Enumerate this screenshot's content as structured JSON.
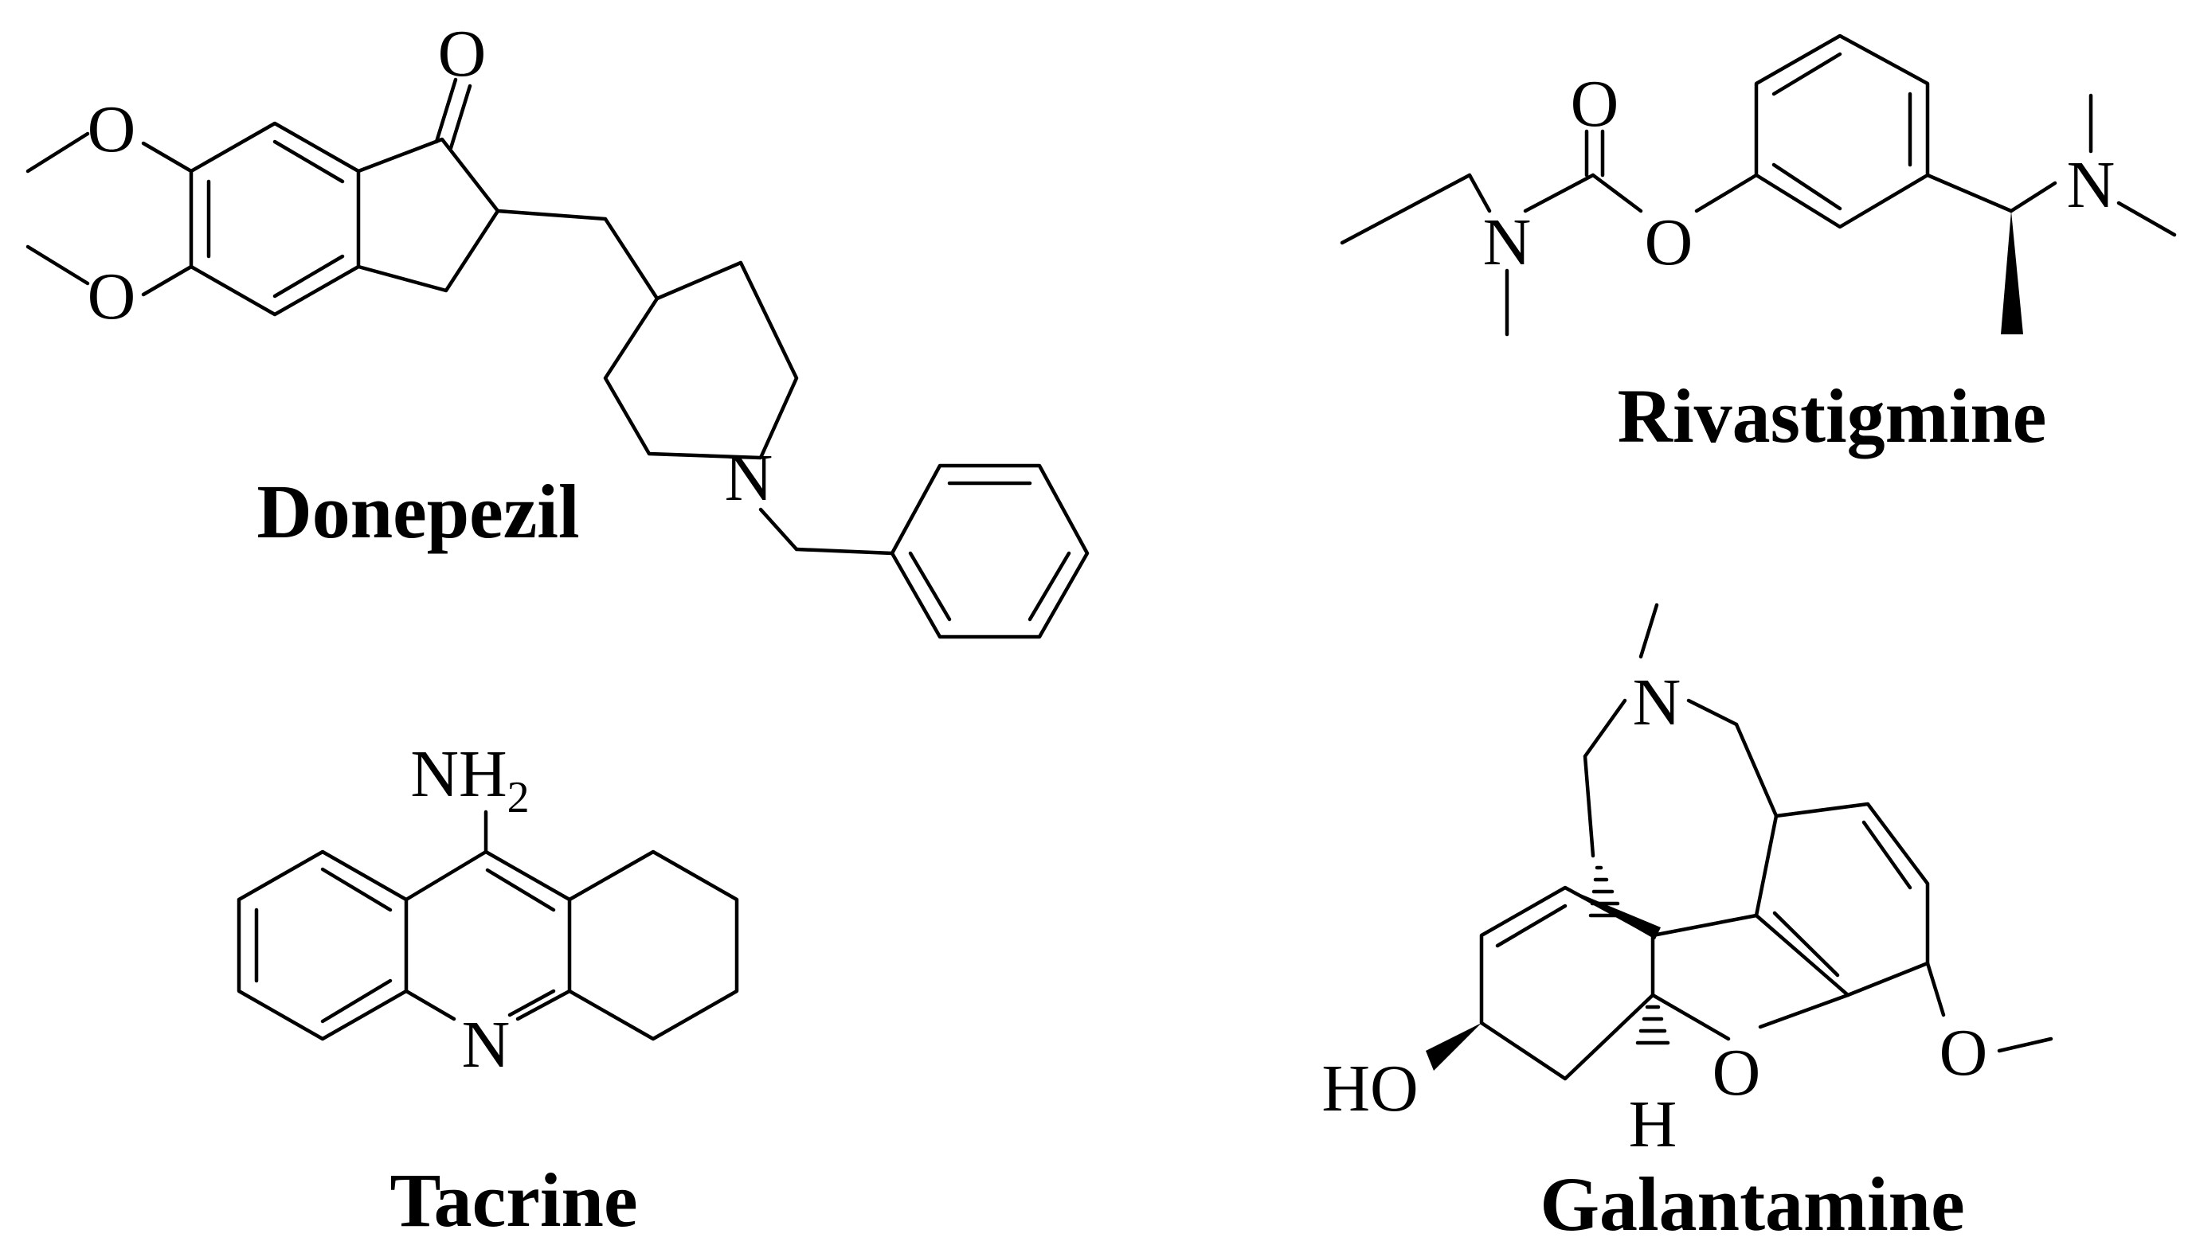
{
  "molecules": {
    "donepezil": {
      "name": "Donepezil",
      "atoms": {
        "ketone_o": "O",
        "methoxy_o1": "O",
        "methoxy_o2": "O",
        "ring_n": "N"
      }
    },
    "rivastigmine": {
      "name": "Rivastigmine",
      "atoms": {
        "carbonyl_o": "O",
        "ester_o": "O",
        "carbamate_n": "N",
        "amine_n": "N"
      }
    },
    "tacrine": {
      "name": "Tacrine",
      "atoms": {
        "amine": "NH",
        "amine_sub": "2",
        "ring_n": "N"
      }
    },
    "galantamine": {
      "name": "Galantamine",
      "atoms": {
        "ring_n": "N",
        "ether_o": "O",
        "methoxy_o": "O",
        "hydroxyl": "HO",
        "stereo_h": "H"
      }
    }
  }
}
